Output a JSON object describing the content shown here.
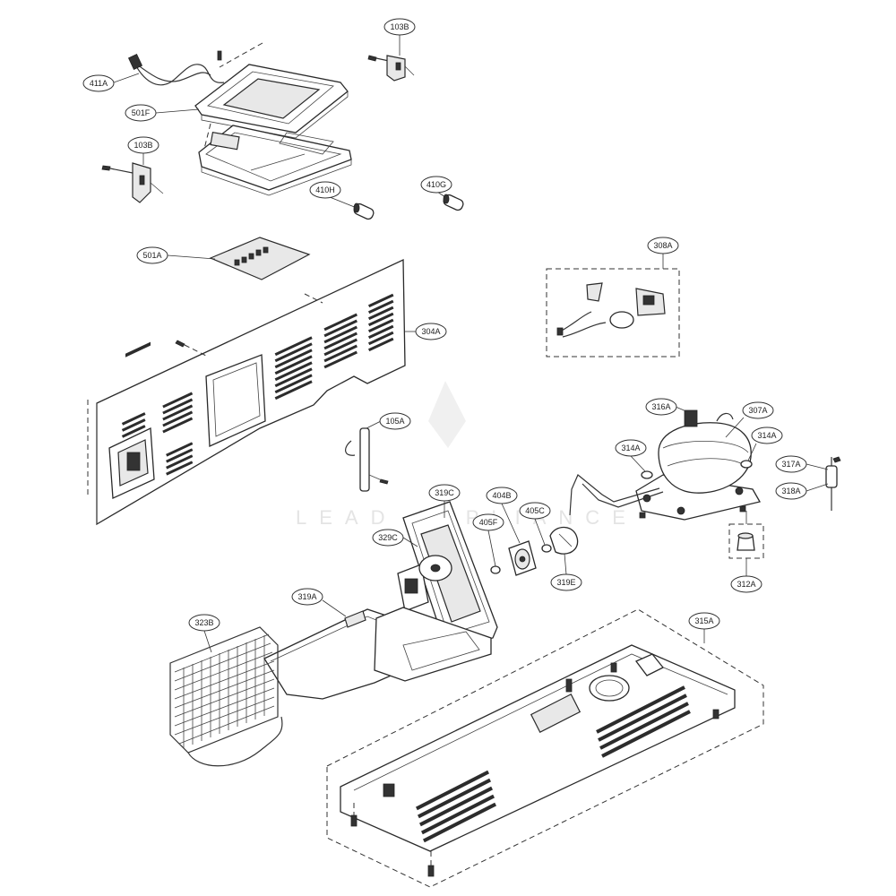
{
  "labels": {
    "p103B_top": "103B",
    "p411A": "411A",
    "p501F": "501F",
    "p103B_left": "103B",
    "p410H": "410H",
    "p410G": "410G",
    "p501A": "501A",
    "p304A": "304A",
    "p308A": "308A",
    "p105A": "105A",
    "p316A": "316A",
    "p307A": "307A",
    "p314A_left": "314A",
    "p314A_right": "314A",
    "p317A": "317A",
    "p318A": "318A",
    "p319C": "319C",
    "p404B": "404B",
    "p405F": "405F",
    "p405C": "405C",
    "p329C": "329C",
    "p319E": "319E",
    "p312A": "312A",
    "p319A": "319A",
    "p323B": "323B",
    "p315A": "315A"
  },
  "watermark": "LEAD APPLIANCE"
}
